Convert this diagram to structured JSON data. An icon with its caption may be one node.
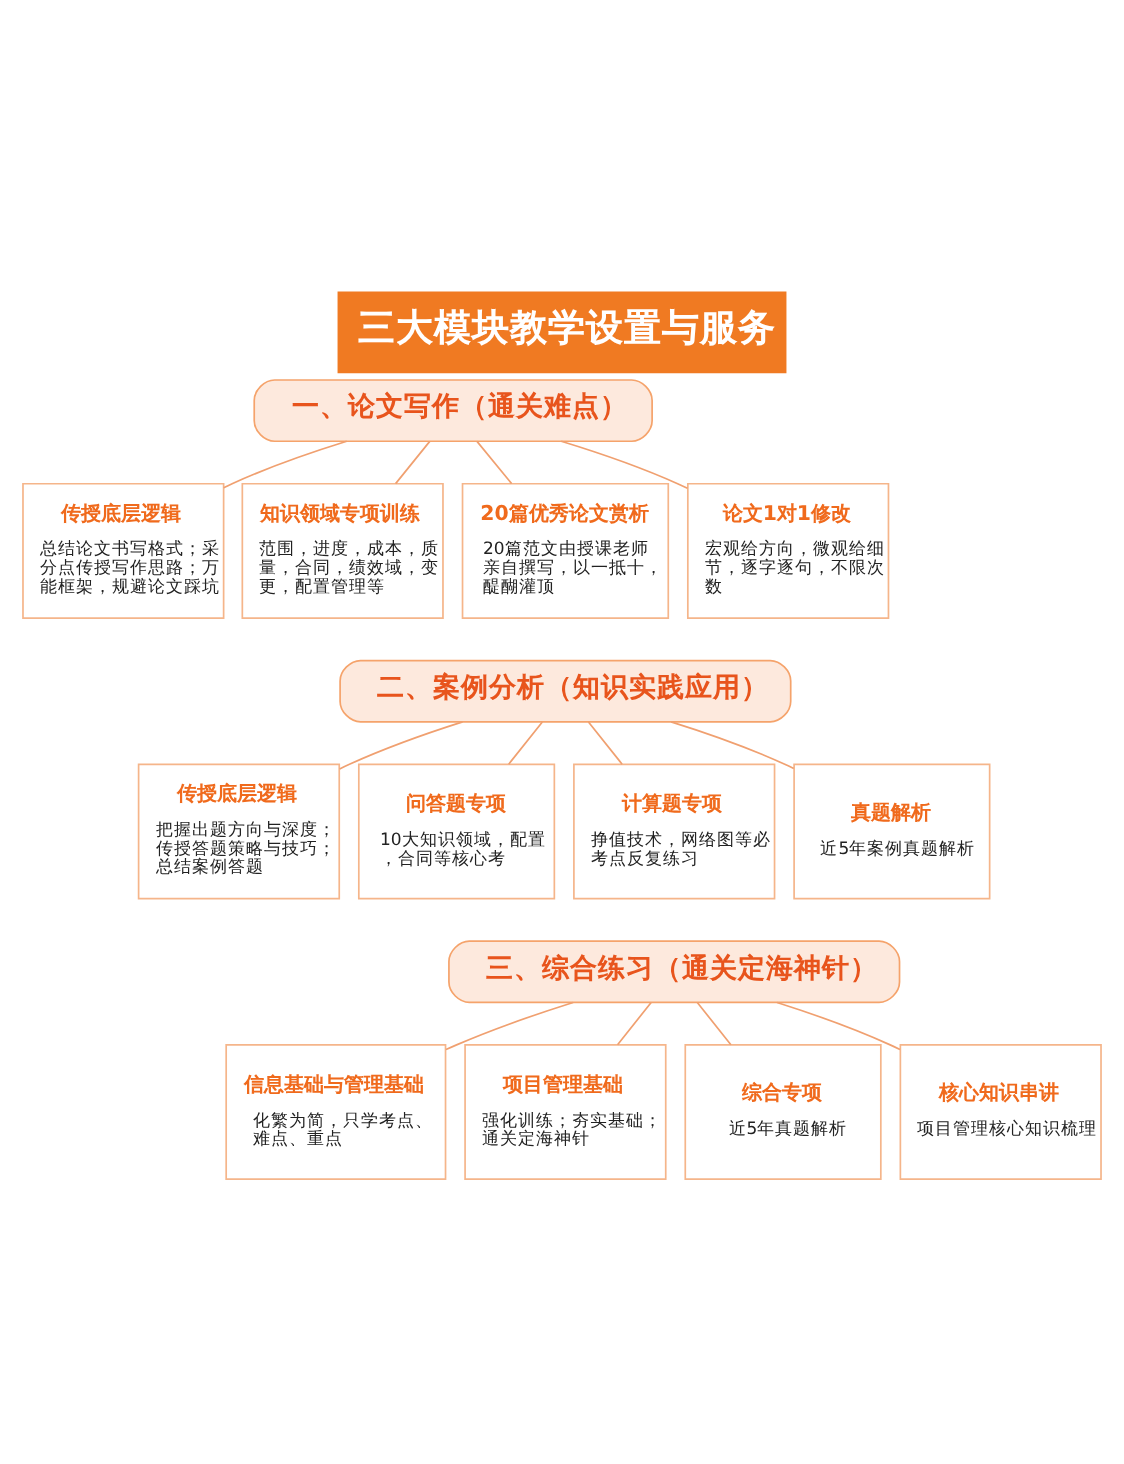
{
  "diagram": {
    "title": "三大模块教学设置与服务",
    "nodes": [
      {
        "text": [
          "一、论文写作（通关难点）"
        ]
      },
      {
        "text": [
          "传授底层逻辑",
          "总结论文书写格式；采分点传授写作思路；万能框架，规避论文踩坑"
        ]
      },
      {
        "text": [
          "知识领域专项训练",
          "范围，进度，成本，质量，合同，绩效域，变更，配置管理等"
        ]
      },
      {
        "text": [
          "20篇优秀论文赏析",
          "20篇范文由授课老师亲自撰写，以一抵十，醍醐灌顶"
        ]
      },
      {
        "text": [
          "论文1对1修改",
          "宏观给方向，微观给细节，逐字逐句，不限次数"
        ]
      },
      {
        "text": [
          "二、案例分析（知识实践应用）"
        ]
      },
      {
        "text": [
          "传授底层逻辑",
          "把握出题方向与深度；传授答题策略与技巧；总结案例答题"
        ]
      },
      {
        "text": [
          "问答题专项",
          "10大知识领域，配置，合同等核心考"
        ]
      },
      {
        "text": [
          "计算题专项",
          "挣值技术，网络图等必考点反复练习"
        ]
      },
      {
        "text": [
          "真题解析",
          "近5年案例真题解析"
        ]
      },
      {
        "text": [
          "三、综合练习（通关定海神针）"
        ]
      },
      {
        "text": [
          "信息基础与管理基础",
          "化繁为简，只学考点、难点、重点"
        ]
      },
      {
        "text": [
          "项目管理基础",
          "强化训练；夯实基础；通关定海神针"
        ]
      },
      {
        "text": [
          "综合专项",
          "近5年真题解析"
        ]
      },
      {
        "text": [
          "核心知识串讲",
          "项目管理核心知识梳理"
        ]
      }
    ],
    "edges": [
      {
        "from": 0,
        "to": 1,
        "arrow": "none"
      },
      {
        "from": 0,
        "to": 2,
        "arrow": "none"
      },
      {
        "from": 0,
        "to": 3,
        "arrow": "none"
      },
      {
        "from": 0,
        "to": 4,
        "arrow": "none"
      },
      {
        "from": 5,
        "to": 6,
        "arrow": "none"
      },
      {
        "from": 5,
        "to": 7,
        "arrow": "none"
      },
      {
        "from": 5,
        "to": 8,
        "arrow": "none"
      },
      {
        "from": 5,
        "to": 9,
        "arrow": "none"
      },
      {
        "from": 10,
        "to": 11,
        "arrow": "none"
      },
      {
        "from": 10,
        "to": 12,
        "arrow": "none"
      },
      {
        "from": 10,
        "to": 13,
        "arrow": "none"
      },
      {
        "from": 10,
        "to": 14,
        "arrow": "none"
      }
    ]
  }
}
